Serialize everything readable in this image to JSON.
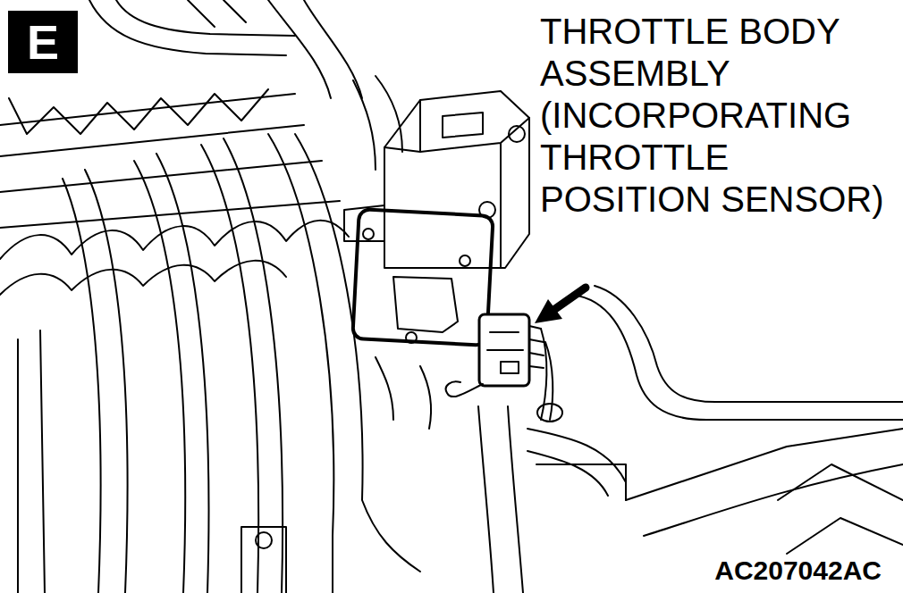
{
  "diagram": {
    "nodes": [
      {
        "text": [
          "E"
        ]
      }
    ],
    "edges": [],
    "labels": [
      "THROTTLE BODY ASSEMBLY (INCORPORATING THROTTLE POSITION SENSOR)",
      "AC207042AC"
    ]
  }
}
